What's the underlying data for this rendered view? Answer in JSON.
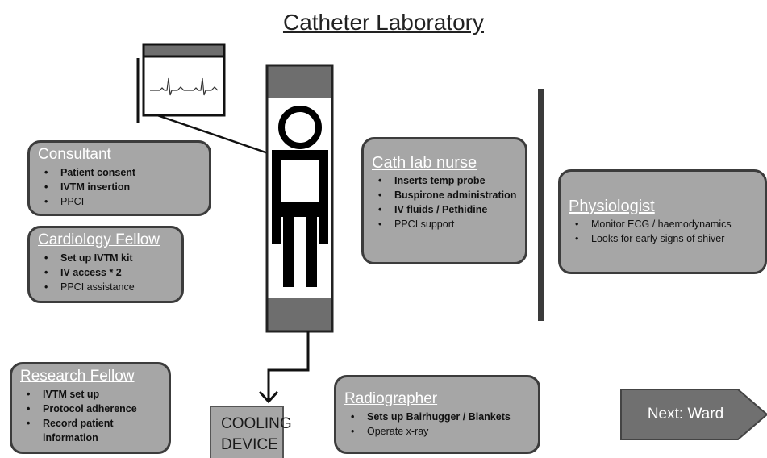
{
  "title": "Catheter Laboratory",
  "boxes": {
    "consultant": {
      "title": "Consultant",
      "items": [
        "Patient consent",
        "IVTM insertion",
        "PPCI"
      ]
    },
    "cardiology_fellow": {
      "title": "Cardiology Fellow",
      "items": [
        "Set up IVTM kit",
        "IV access * 2",
        "PPCI assistance"
      ]
    },
    "cath_lab_nurse": {
      "title": "Cath lab nurse",
      "items": [
        "Inserts temp probe",
        "Buspirone administration",
        "IV fluids / Pethidine",
        "PPCI support"
      ]
    },
    "physiologist": {
      "title": "Physiologist",
      "items": [
        "Monitor ECG / haemodynamics",
        "Looks for early signs of shiver"
      ]
    },
    "research_fellow": {
      "title": "Research Fellow",
      "items": [
        "IVTM set up",
        "Protocol adherence",
        "Record patient information"
      ]
    },
    "radiographer": {
      "title": "Radiographer",
      "items": [
        "Sets up Bairhugger / Blankets",
        "Operate x-ray"
      ]
    }
  },
  "cooling_device": [
    "COOLING",
    "DEVICE"
  ],
  "next_button": "Next: Ward",
  "colors": {
    "box_fill": "#a6a6a6",
    "box_border": "#3c3c3c",
    "bed_band": "#6e6e6e",
    "arrow_fill": "#707070",
    "figure": "#000000"
  }
}
